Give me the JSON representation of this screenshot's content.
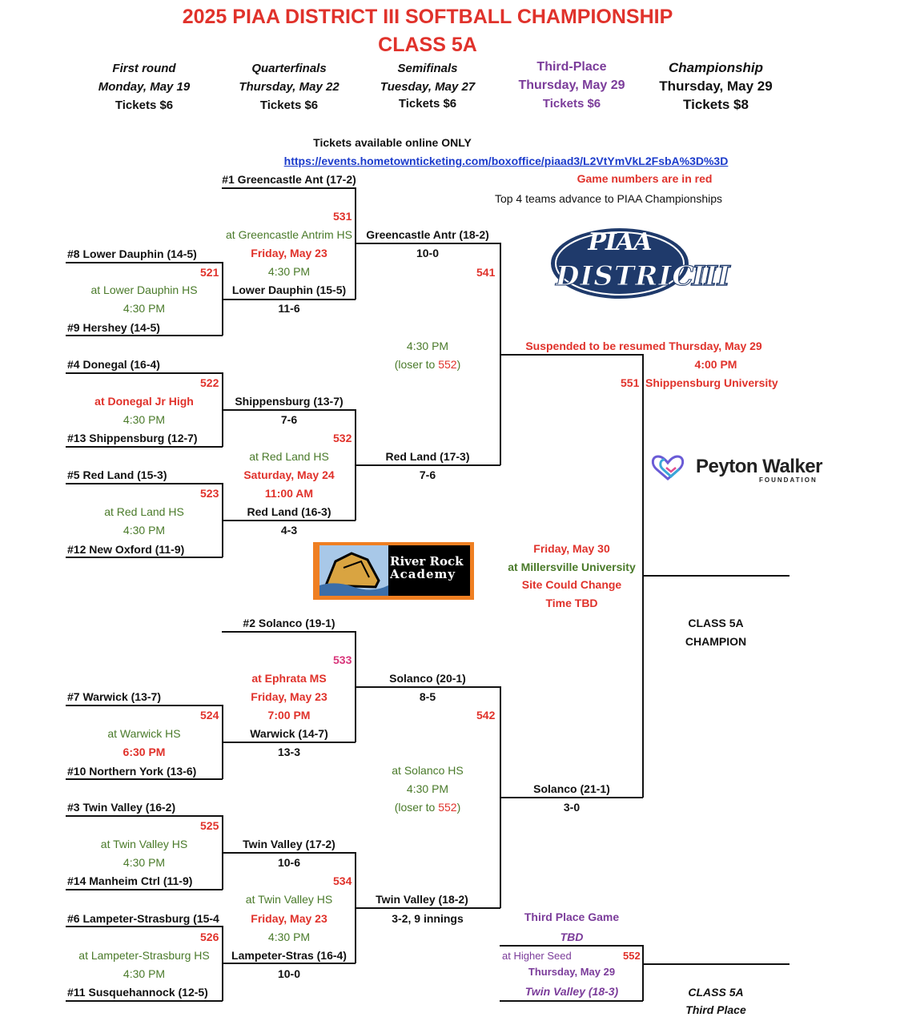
{
  "title": "2025 PIAA DISTRICT III SOFTBALL CHAMPIONSHIP",
  "subtitle": "CLASS 5A",
  "rounds": [
    {
      "name": "First round",
      "date": "Monday, May 19",
      "tickets": "Tickets $6"
    },
    {
      "name": "Quarterfinals",
      "date": "Thursday, May 22",
      "tickets": "Tickets $6"
    },
    {
      "name": "Semifinals",
      "date": "Tuesday, May 27",
      "tickets": "Tickets $6"
    },
    {
      "name": "Third-Place",
      "date": "Thursday, May 29",
      "tickets": "Tickets $6"
    },
    {
      "name": "Championship",
      "date": "Thursday, May 29",
      "tickets": "Tickets $8"
    }
  ],
  "tickets_note": "Tickets available online ONLY",
  "tickets_url": "https://events.hometownticketing.com/boxoffice/piaad3/L2VtYmVkL2FsbA%3D%3D",
  "game_numbers_note": "Game numbers are in red",
  "advance_note": "Top 4 teams advance to PIAA Championships",
  "logos": {
    "piaa_top": "PIAA",
    "piaa_bottom": "DISTRICT",
    "piaa_roman": "III",
    "peyton_name": "Peyton Walker",
    "peyton_sub": "FOUNDATION",
    "river_rock_1": "River Rock",
    "river_rock_2": "Academy"
  },
  "colors": {
    "red": "#e0322b",
    "green": "#4a7a2a",
    "purple": "#7b3c9a",
    "link": "#1a3acb",
    "piaa_navy": "#1f3a6b"
  },
  "first_round": [
    {
      "top": "#8 Lower Dauphin (14-5)",
      "game": "521",
      "site": "at Lower Dauphin HS",
      "time": "4:30 PM",
      "bottom": "#9 Hershey (14-5)"
    },
    {
      "top": "#4 Donegal (16-4)",
      "game": "522",
      "site": "at Donegal Jr High",
      "time": "4:30 PM",
      "bottom": "#13 Shippensburg (12-7)"
    },
    {
      "top": "#5 Red Land (15-3)",
      "game": "523",
      "site": "at Red Land HS",
      "time": "4:30 PM",
      "bottom": "#12 New Oxford (11-9)"
    },
    {
      "top": "#7 Warwick (13-7)",
      "game": "524",
      "site": "at Warwick HS",
      "time": "6:30 PM",
      "bottom": "#10 Northern York (13-6)"
    },
    {
      "top": "#3 Twin Valley (16-2)",
      "game": "525",
      "site": "at Twin Valley HS",
      "time": "4:30 PM",
      "bottom": "#14 Manheim Ctrl (11-9)"
    },
    {
      "top": "#6 Lampeter-Strasburg (15-4",
      "game": "526",
      "site": "at Lampeter-Strasburg HS",
      "time": "4:30 PM",
      "bottom": "#11 Susquehannock (12-5)"
    }
  ],
  "quarterfinals": [
    {
      "top": "#1 Greencastle Ant (17-2)",
      "game": "531",
      "site": "at Greencastle Antrim HS",
      "date": "Friday, May 23",
      "time": "4:30 PM",
      "bottom": "Lower Dauphin (15-5)",
      "score": "11-6"
    },
    {
      "top": "Shippensburg (13-7)",
      "top_score": "7-6",
      "game": "532",
      "site": "at Red Land HS",
      "date": "Saturday, May 24",
      "time": "11:00 AM",
      "bottom": "Red Land (16-3)",
      "score": "4-3"
    },
    {
      "top": "#2 Solanco (19-1)",
      "game": "533",
      "site": "at Ephrata MS",
      "date": "Friday, May 23",
      "time": "7:00 PM",
      "bottom": "Warwick (14-7)",
      "score": "13-3"
    },
    {
      "top": "Twin Valley (17-2)",
      "top_score": "10-6",
      "game": "534",
      "site": "at Twin Valley HS",
      "date": "Friday, May 23",
      "time": "4:30 PM",
      "bottom": "Lampeter-Stras (16-4)",
      "score": "10-0"
    }
  ],
  "semifinals": [
    {
      "top": "Greencastle Antr (18-2)",
      "top_score": "10-0",
      "game": "541",
      "time": "4:30 PM",
      "loser_prefix": "(loser to ",
      "loser_game": "552",
      "loser_suffix": ")",
      "bottom": "Red Land (17-3)",
      "bottom_score": "7-6"
    },
    {
      "top": "Solanco (20-1)",
      "top_score": "8-5",
      "game": "542",
      "site": "at Solanco HS",
      "time": "4:30 PM",
      "loser_prefix": "(loser to ",
      "loser_game": "552",
      "loser_suffix": ")",
      "bottom": "Twin Valley (18-2)",
      "bottom_score": "3-2, 9 innings"
    }
  ],
  "final": {
    "suspended": "Suspended to be resumed Thursday, May 29",
    "resume_time": "4:00 PM",
    "game": "551",
    "site": "Shippensburg University",
    "orig_date": "Friday, May 30",
    "orig_site": "at Millersville University",
    "change": "Site Could Change",
    "tbd": "Time TBD",
    "bottom": "Solanco (21-1)",
    "bottom_score": "3-0",
    "champion_1": "CLASS 5A",
    "champion_2": "CHAMPION"
  },
  "third_place": {
    "title": "Third Place Game",
    "tbd": "TBD",
    "site": "at Higher Seed",
    "game": "552",
    "date": "Thursday, May 29",
    "team": "Twin Valley (18-3)",
    "label_1": "CLASS 5A",
    "label_2": "Third Place"
  }
}
